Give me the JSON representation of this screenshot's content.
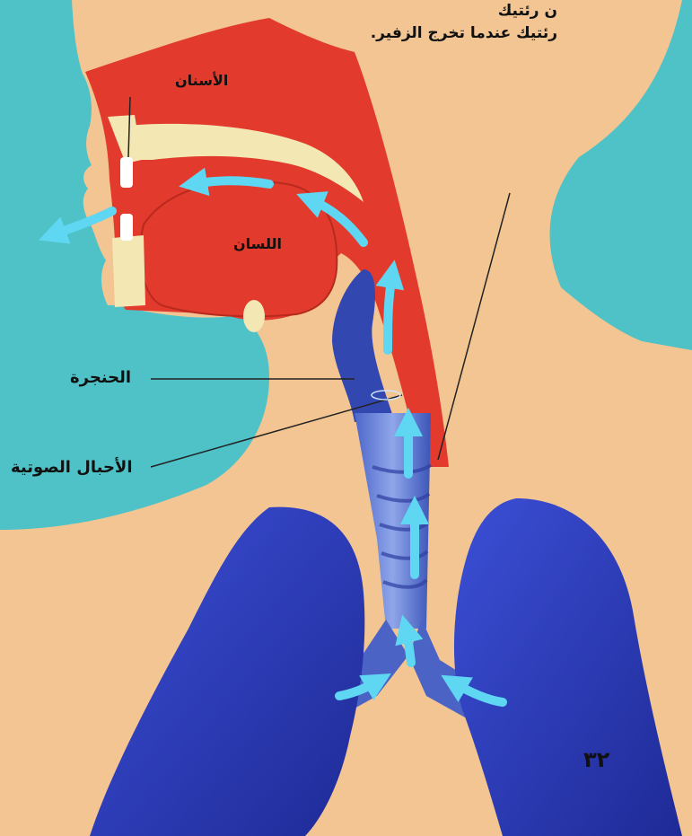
{
  "caption": {
    "line1": "ن رئتيك",
    "line2": "رئتيك عندما تخرج الزفير."
  },
  "labels": {
    "teeth": "الأسنان",
    "tongue": "اللسان",
    "larynx": "الحنجرة",
    "vocal_cords": "الأحبال الصوتية"
  },
  "page_number": "٣٢",
  "colors": {
    "background": "#4fc2c8",
    "skin": "#f2c592",
    "mouth_red": "#e23a2c",
    "lungs_blue": "#2f3ec2",
    "airflow_arrow": "#5fd7f2",
    "bone": "#f3e7b4"
  }
}
